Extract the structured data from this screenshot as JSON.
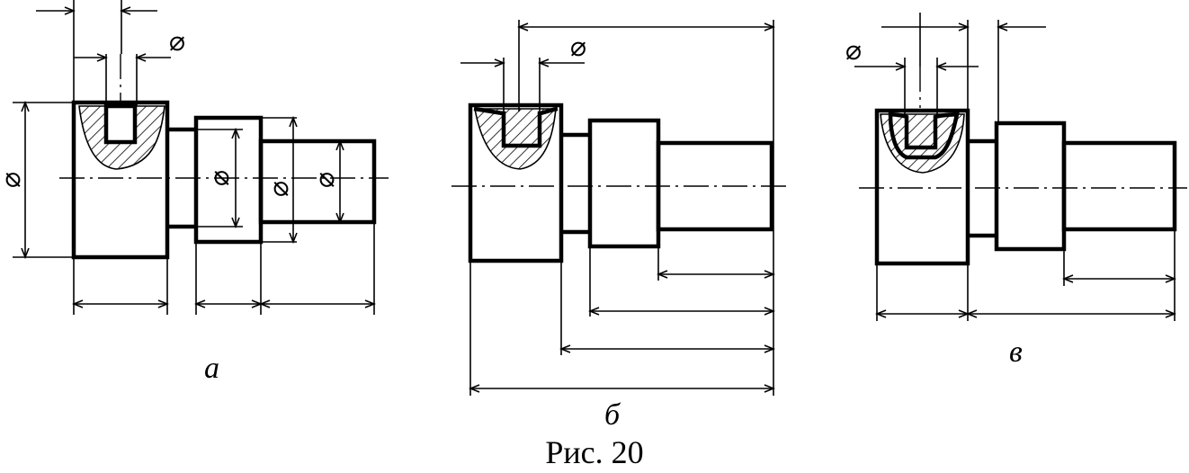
{
  "figure": {
    "caption": "Рис. 20",
    "symbols": {
      "diameter": "⌀"
    },
    "views": [
      {
        "id": "a",
        "label": "а"
      },
      {
        "id": "b",
        "label": "б"
      },
      {
        "id": "c",
        "label": "в"
      }
    ]
  }
}
